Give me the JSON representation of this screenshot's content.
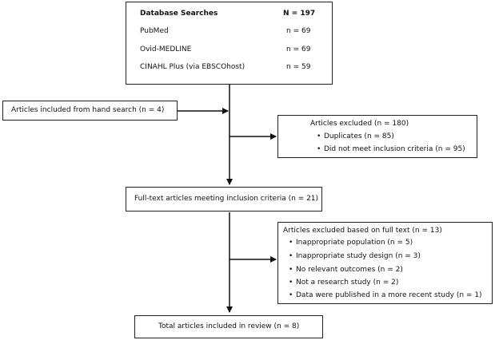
{
  "database": {
    "title": "Database Searches",
    "total": "N = 197",
    "rows": [
      {
        "name": "PubMed",
        "count": "n = 69"
      },
      {
        "name": "Ovid-MEDLINE",
        "count": "n = 69"
      },
      {
        "name": "CINAHL Plus (via EBSCOhost)",
        "count": "n = 59"
      }
    ]
  },
  "hand_search": "Articles included from hand search (n = 4)",
  "excluded_first": {
    "title": "Articles excluded (n = 180)",
    "items": [
      "Duplicates (n = 85)",
      "Did not meet inclusion criteria (n = 95)"
    ]
  },
  "full_text": "Full-text articles meeting inclusion criteria (n = 21)",
  "excluded_full": {
    "title": "Articles excluded based on full text (n = 13)",
    "items": [
      "Inappropriate population (n = 5)",
      "Inappropriate study design (n = 3)",
      "No relevant outcomes (n = 2)",
      "Not a research study (n = 2)",
      "Data were published in a more recent study (n = 1)"
    ]
  },
  "total_included": "Total articles included in review (n = 8)"
}
